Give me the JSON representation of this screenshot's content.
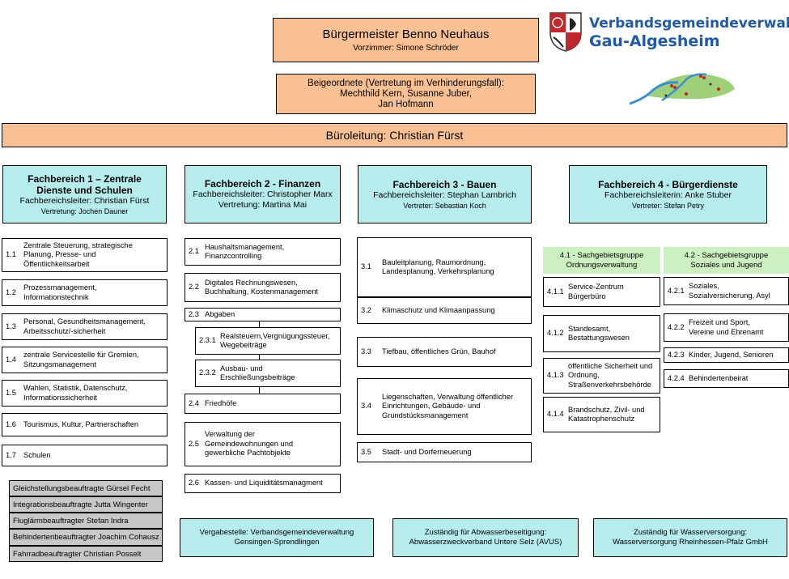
{
  "mayor": {
    "title": "Bürgermeister Benno Neuhaus",
    "assistant": "Vorzimmer: Simone Schröder"
  },
  "deputies": {
    "heading": "Beigeordnete (Vertretung im Verhinderungsfall):",
    "names1": "Mechthild Kern, Susanne Juber,",
    "names2": "Jan Hofmann"
  },
  "logo": {
    "line1": "Verbandsgemeindeverwaltung",
    "line2": "Gau-Algesheim"
  },
  "office_lead": "Büroleitung: Christian Fürst",
  "departments": [
    {
      "title1": "Fachbereich 1 – Zentrale",
      "title2": "Dienste und Schulen",
      "head": "Fachbereichsleiter: Christian Fürst",
      "deputy": "Vertretung: Jochen Dauner",
      "items": [
        {
          "num": "1.1",
          "text": "Zentrale Steuerung, strategische\nPlanung, Presse- und\nÖffentlichkeitsarbeit"
        },
        {
          "num": "1.2",
          "text": "Prozessmanagement,\nInformationstechnik"
        },
        {
          "num": "1.3",
          "text": "Personal, Gesundheitsmanagement,\nArbeitsschutz/-sicherheit"
        },
        {
          "num": "1.4",
          "text": "zentrale Servicestelle für Gremien,\nSitzungsmanagement"
        },
        {
          "num": "1.5",
          "text": "Wahlen, Statistik, Datenschutz,\nInformationssicherheit"
        },
        {
          "num": "1.6",
          "text": "Tourismus, Kultur,  Partnerschaften"
        },
        {
          "num": "1.7",
          "text": "Schulen"
        }
      ]
    },
    {
      "title": "Fachbereich 2 - Finanzen",
      "head": "Fachbereichsleiter: Christopher Marx",
      "deputy": "Vertretung: Martina Mai",
      "items": [
        {
          "num": "2.1",
          "text": "Haushaltsmanagement,\nFinanzcontrolling"
        },
        {
          "num": "2.2",
          "text": "Digitales Rechnungswesen,\nBuchhaltung, Kostenmanagement"
        },
        {
          "num": "2.3",
          "text": "Abgaben"
        },
        {
          "num": "2.3.1",
          "text": "Realsteuern,Vergnügungssteuer,\nWegebeiträge"
        },
        {
          "num": "2.3.2",
          "text": "Ausbau- und\nErschließungsbeiträge"
        },
        {
          "num": "2.4",
          "text": "Friedhöfe"
        },
        {
          "num": "2.5",
          "text": "Verwaltung der\nGemeindewohnungen und\ngewerbliche Pachtobjekte"
        },
        {
          "num": "2.6",
          "text": "Kassen- und Liquiditätsmanagment"
        }
      ]
    },
    {
      "title": "Fachbereich 3 - Bauen",
      "head": "Fachbereichsleiter: Stephan Lambrich",
      "deputy": "Vertreter: Sebastian Koch",
      "items": [
        {
          "num": "3.1",
          "text": "Bauleitplanung, Raumordnung,\nLandesplanung, Verkehrsplanung"
        },
        {
          "num": "3.2",
          "text": "Klimaschutz und Klimaanpassung"
        },
        {
          "num": "3.3",
          "text": "Tiefbau, öffentliches Grün, Bauhof"
        },
        {
          "num": "3.4",
          "text": "Liegenschaften, Verwaltung öffentlicher\nEinrichtungen, Gebäude- und\nGrundstücksmanagement"
        },
        {
          "num": "3.5",
          "text": "Stadt- und Dorferneuerung"
        }
      ]
    },
    {
      "title": "Fachbereich 4 - Bürgerdienste",
      "head": "Fachbereichsleiterin: Anke Stuber",
      "deputy": "Vertreter: Stefan Petry",
      "groups": [
        {
          "title1": "4.1 - Sachgebietsgruppe",
          "title2": "Ordnungsverwaltung",
          "items": [
            {
              "num": "4.1.1",
              "text": "Service-Zentrum\nBürgerbüro"
            },
            {
              "num": "4.1.2",
              "text": "Standesamt,\nBestattungswesen"
            },
            {
              "num": "4.1.3",
              "text": "öffentliche Sicherheit und\nOrdnung,\nStraßenverkehrsbehörde"
            },
            {
              "num": "4.1.4",
              "text": "Brandschutz, Zivil- und\nKatastrophenschutz"
            }
          ]
        },
        {
          "title1": "4.2 - Sachgebietsgruppe",
          "title2": "Soziales und Jugend",
          "items": [
            {
              "num": "4.2.1",
              "text": "Soziales,\nSozialversicherung, Asyl"
            },
            {
              "num": "4.2.2",
              "text": "Freizeit und Sport,\nVereine und Ehrenamt"
            },
            {
              "num": "4.2.3",
              "text": "Kinder, Jugend, Senioren"
            },
            {
              "num": "4.2.4",
              "text": "Behindertenbeirat"
            }
          ]
        }
      ]
    }
  ],
  "officers": [
    "Gleichstellungsbeauftragte Gürsel Fecht",
    "Integrationsbeauftragte Jutta Wingenter",
    "Fluglärmbeauftragter Stefan Indra",
    "Behindertenbeauftragter Joachim Cohausz",
    "Fahrradbeauftragter Christian Posselt"
  ],
  "bottom": [
    {
      "line1": "Vergabestelle: Verbandsgemeindeverwaltung",
      "line2": "Gensingen-Sprendlingen"
    },
    {
      "line1": "Zuständig für Abwasserbeseitigung:",
      "line2": "Abwasserzweckverband Untere Selz (AVUS)"
    },
    {
      "line1": "Zuständig für Wasserversorgung:",
      "line2": "Wasserversorgung Rheinhessen-Pfalz GmbH"
    }
  ],
  "colors": {
    "orange": "#f9c193",
    "teal": "#b6ecec",
    "green": "#ccf0c0",
    "gray": "#c8c8c8",
    "logo_blue": "#1f5aa6"
  }
}
